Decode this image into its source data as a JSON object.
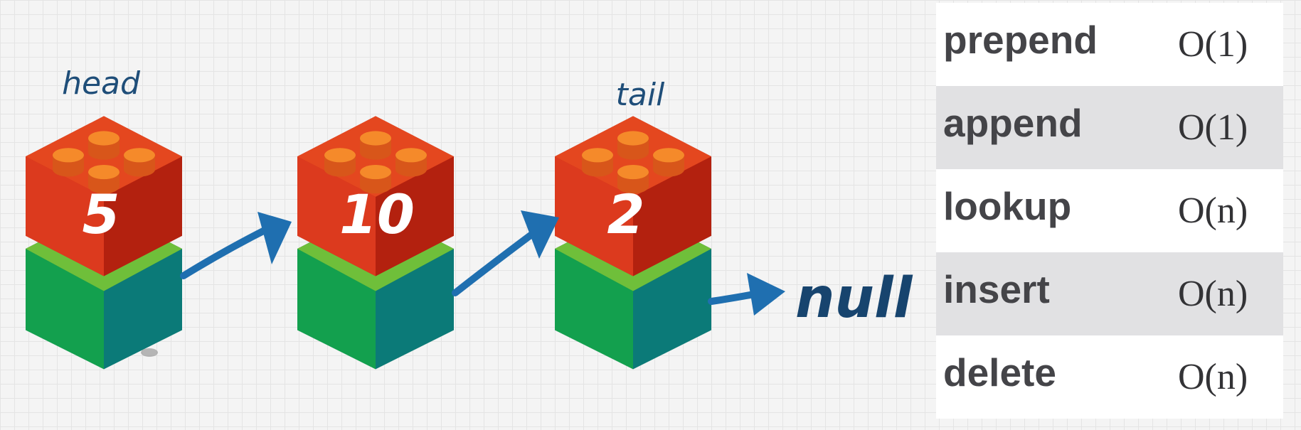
{
  "linked_list": {
    "nodes": [
      {
        "value": "5"
      },
      {
        "value": "10"
      },
      {
        "value": "2"
      }
    ],
    "head_label": "head",
    "tail_label": "tail",
    "null_label": "null"
  },
  "complexity_table": {
    "rows": [
      {
        "operation": "prepend",
        "cost": "O(1)"
      },
      {
        "operation": "append",
        "cost": "O(1)"
      },
      {
        "operation": "lookup",
        "cost": "O(n)"
      },
      {
        "operation": "insert",
        "cost": "O(n)"
      },
      {
        "operation": "delete",
        "cost": "O(n)"
      }
    ]
  },
  "colors": {
    "brick_red": "#d8341a",
    "brick_green": "#0f9a4c",
    "stud_orange": "#f06a10",
    "arrow_blue": "#1f6fb0",
    "label_navy": "#1f4e79"
  }
}
